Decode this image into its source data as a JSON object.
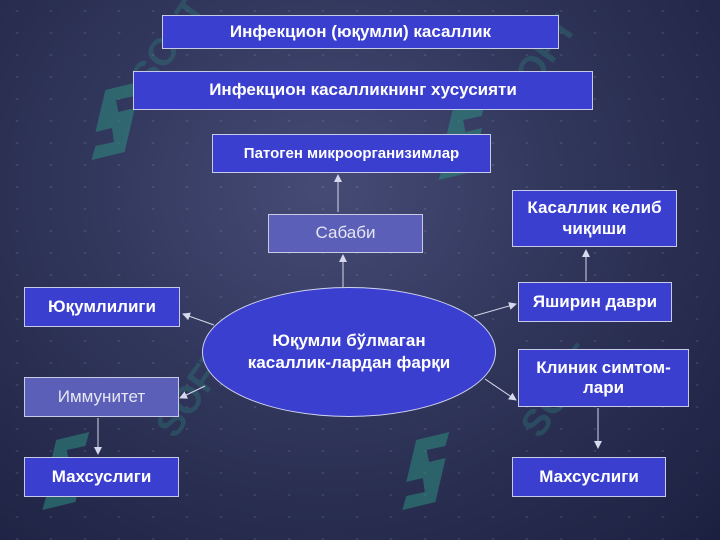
{
  "title": "Инфекцион (юқумли) касаллик",
  "subtitle": "Инфекцион касалликнинг хусусияти",
  "center": "Юқумли бўлмаган касаллик-лардан фарқи",
  "nodes": {
    "pathogen": "Патоген микроорганизимлар",
    "cause": "Сабаби",
    "disease_origin": "Касаллик келиб чиқиши",
    "incubation": "Яширин даври",
    "clinical": "Клиник симтом-лари",
    "specificity_right": "Махсуслиги",
    "contagiousness": "Юқумлилиги",
    "immunity": "Иммунитет",
    "specificity_left": "Махсуслиги"
  },
  "watermark": "SOFT",
  "colors": {
    "box_blue": "#3a3fd0",
    "box_gray": "#5b5fb8",
    "border": "#c8cbe8",
    "arrow": "#d6d8ee",
    "watermark": "#2e8c7e"
  }
}
